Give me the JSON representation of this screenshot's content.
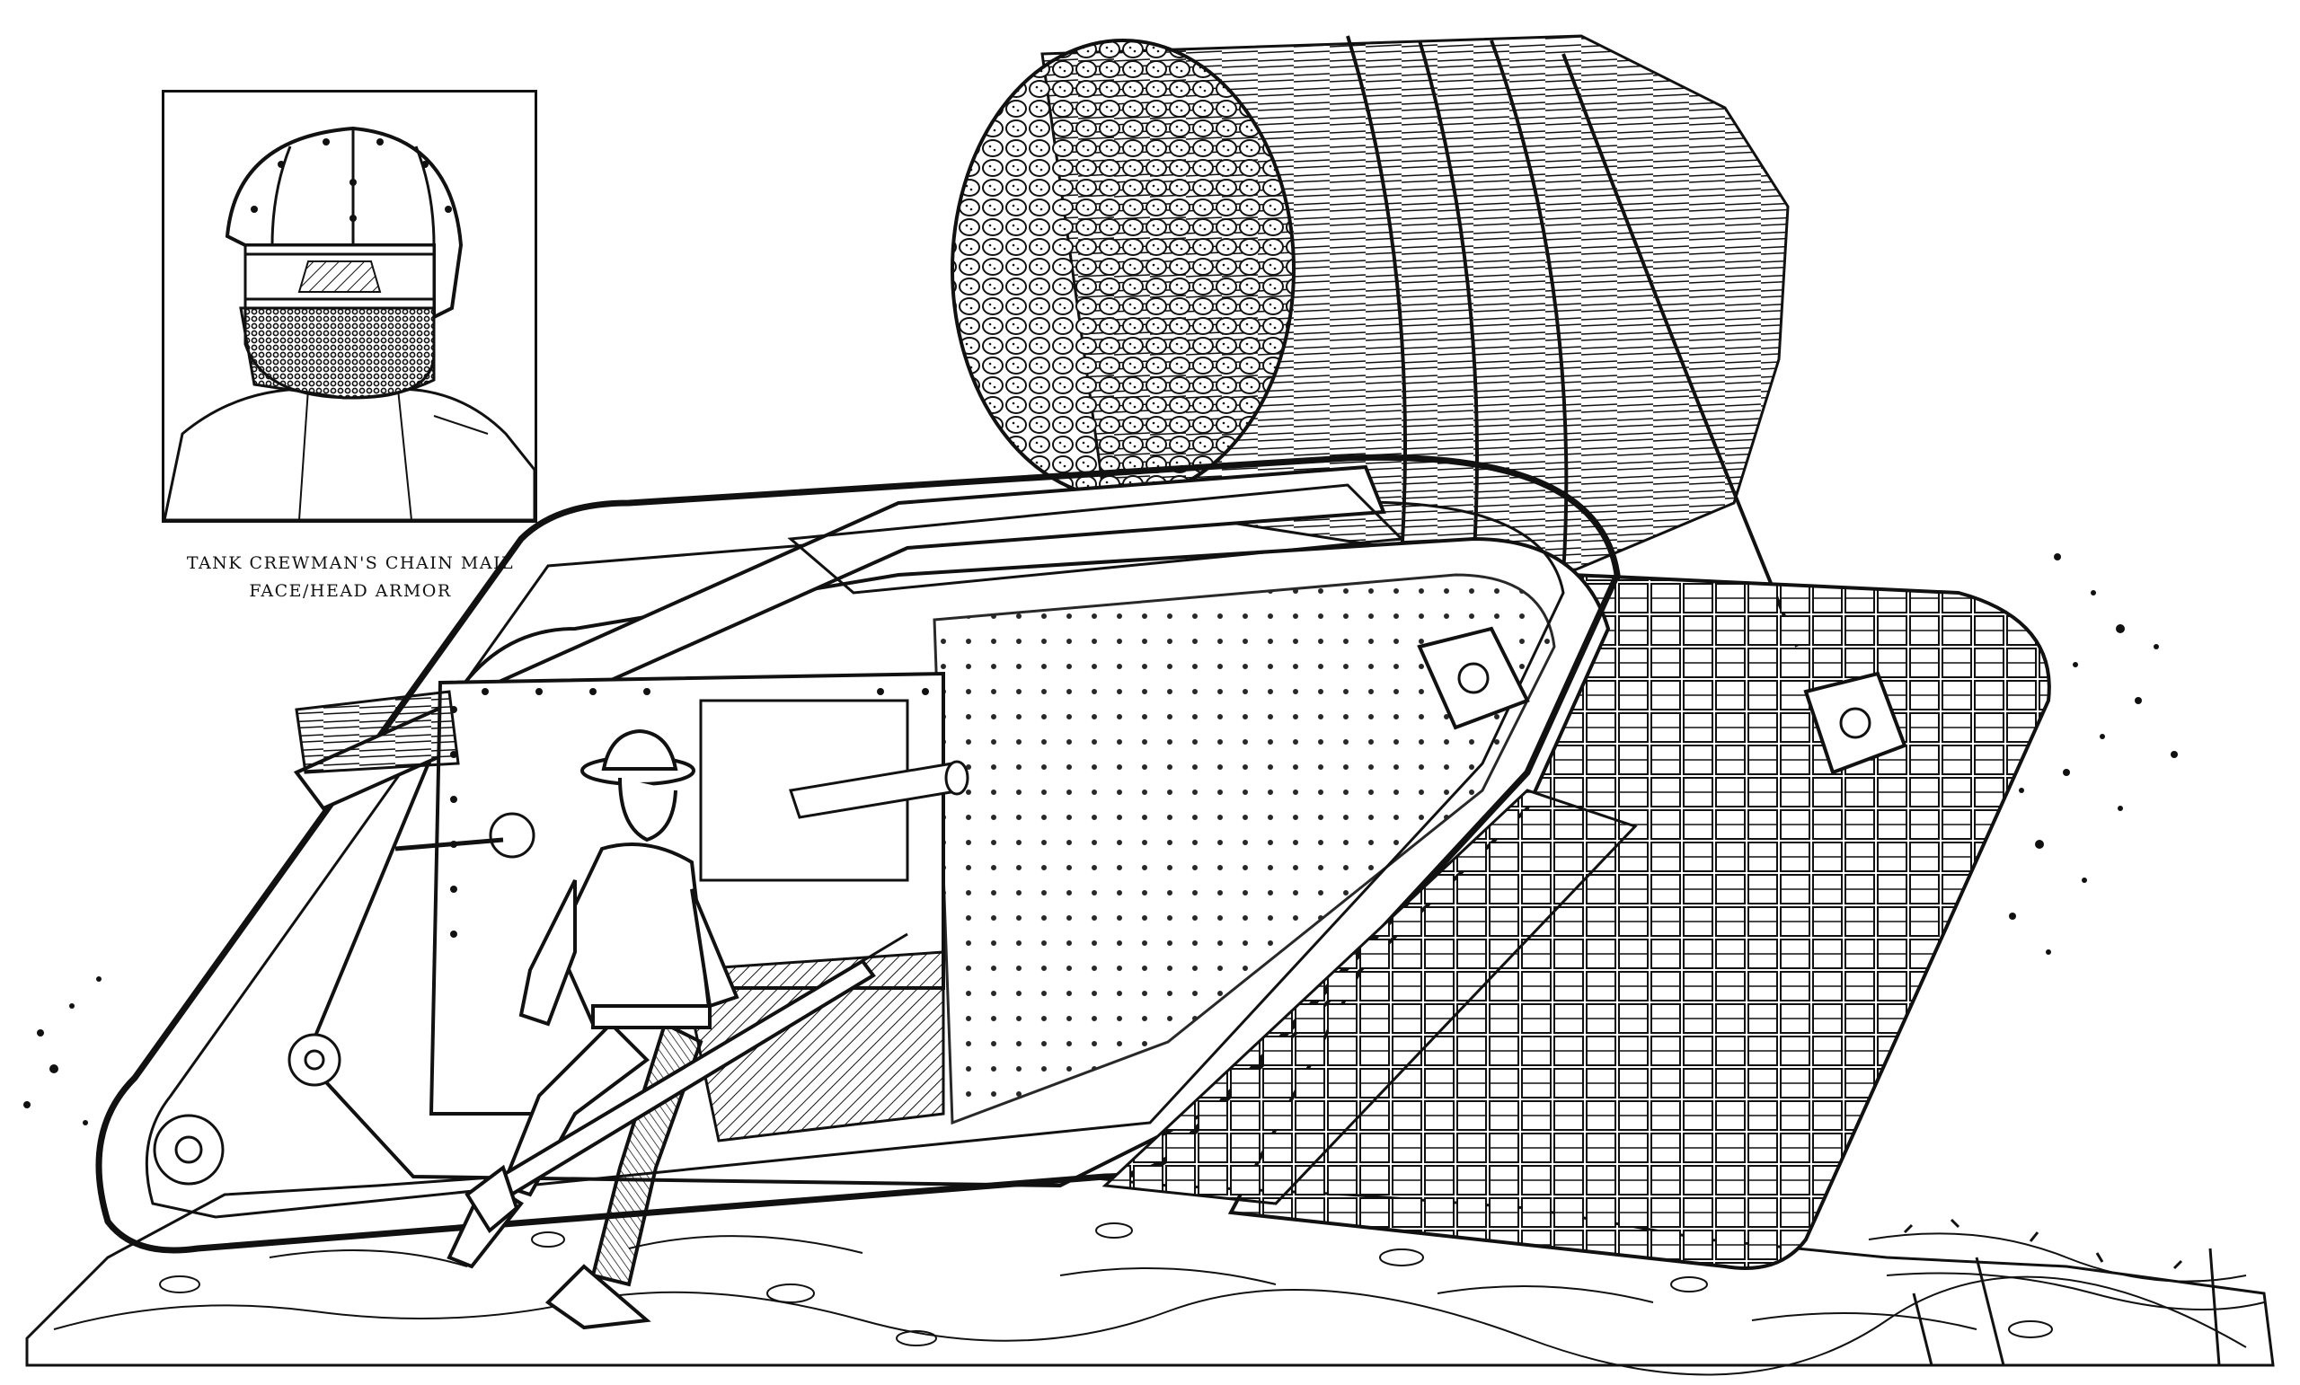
{
  "inset": {
    "caption_line1": "TANK CREWMAN'S CHAIN MAIL",
    "caption_line2": "FACE/HEAD ARMOR"
  },
  "colors": {
    "ink": "#111111",
    "paper": "#ffffff"
  },
  "scene_elements": [
    "tank",
    "fascine-bundle",
    "infantry-soldier",
    "rifle-with-bayonet",
    "battlefield-ground",
    "barbed-wire",
    "flying-debris"
  ]
}
